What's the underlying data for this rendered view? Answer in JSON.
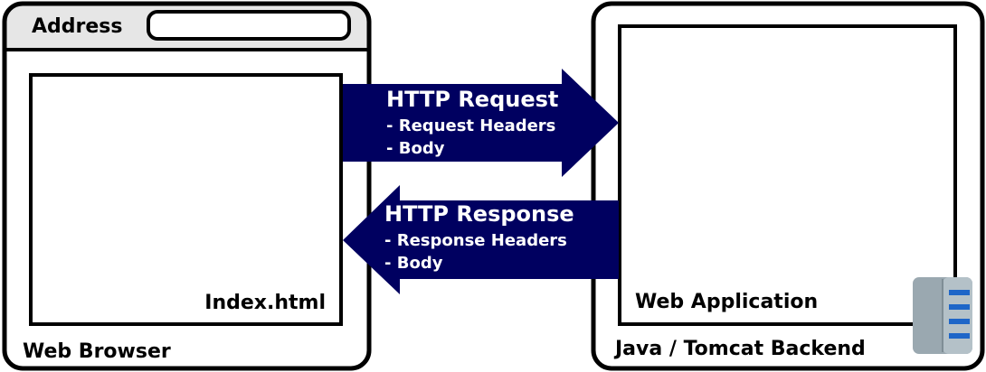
{
  "browser": {
    "address_label": "Address",
    "address_value": "",
    "page_label": "Index.html",
    "window_label": "Web Browser"
  },
  "server": {
    "app_label": "Web Application",
    "window_label": "Java / Tomcat Backend",
    "icon": "server-icon"
  },
  "request": {
    "title": "HTTP Request",
    "items": [
      "- Request Headers",
      "- Body"
    ]
  },
  "response": {
    "title": "HTTP Response",
    "items": [
      "- Response Headers",
      "- Body"
    ]
  },
  "colors": {
    "arrow": "#000060",
    "address_bar": "#e6e6e6",
    "outline": "#000000",
    "server_icon_body": "#9aa8b0",
    "server_icon_accent": "#1e66c8"
  }
}
